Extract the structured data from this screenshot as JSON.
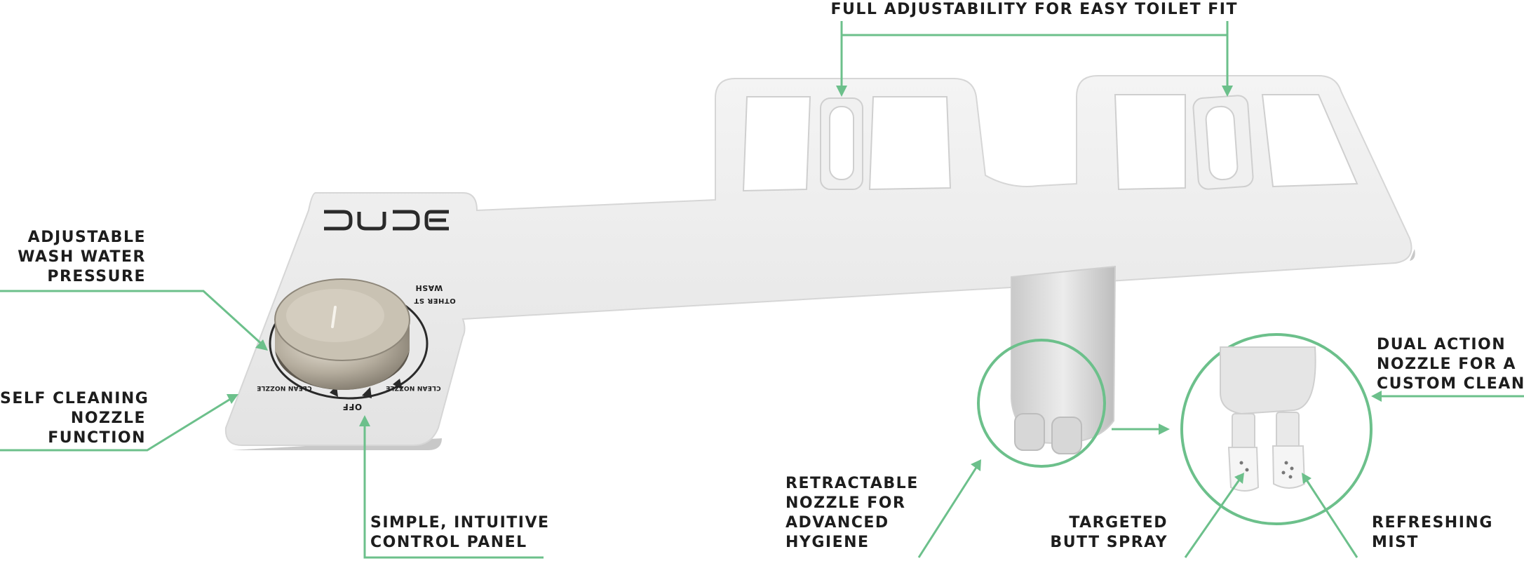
{
  "brand": {
    "logo_text": "DUDE"
  },
  "control_panel": {
    "dial_text_top": "WASH",
    "dial_text_top2": "OTHER ST",
    "dial_text_left": "CLEAN NOZZLE",
    "dial_text_right": "CLEAN NOZZLE",
    "dial_text_off": "OFF"
  },
  "callouts": {
    "adjustability": [
      "FULL ADJUSTABILITY FOR EASY TOILET FIT"
    ],
    "pressure": [
      "ADJUSTABLE",
      "WASH WATER",
      "PRESSURE"
    ],
    "self_cleaning": [
      "SELF CLEANING",
      "NOZZLE",
      "FUNCTION"
    ],
    "control_panel": [
      "SIMPLE, INTUITIVE",
      "CONTROL PANEL"
    ],
    "retractable": [
      "RETRACTABLE",
      "NOZZLE FOR",
      "ADVANCED",
      "HYGIENE"
    ],
    "dual_action": [
      "DUAL ACTION",
      "NOZZLE FOR A",
      "CUSTOM CLEAN"
    ],
    "targeted": [
      "TARGETED",
      "BUTT SPRAY"
    ],
    "mist": [
      "REFRESHING",
      "MIST"
    ]
  },
  "colors": {
    "accent_green": "#6cc08b",
    "plate": "#eeeeee",
    "plate_edge": "#c9c9c9",
    "knob": "#b6ae9f",
    "text": "#1d1d1d"
  }
}
